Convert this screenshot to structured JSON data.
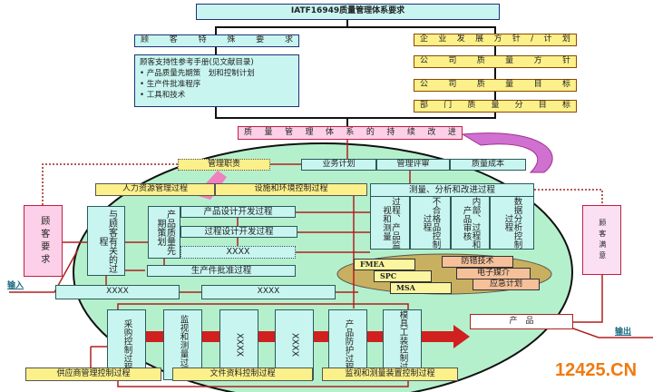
{
  "title": "IATF16949质量管理体系要求",
  "customer_specific": [
    "顾",
    "客",
    "特",
    "殊",
    "要",
    "求"
  ],
  "manual": {
    "heading": "顾客支持性参考手册(见文献目录)",
    "items": [
      "产品质量先期策　划和控制计划",
      "生产件批准程序",
      "工具和技术"
    ]
  },
  "policy": [
    [
      "企",
      "业",
      "发",
      "展",
      "方",
      "针",
      "/",
      "计",
      "划"
    ],
    [
      "公",
      "司",
      "质",
      "量",
      "方",
      "针"
    ],
    [
      "公",
      "司",
      "质",
      "量",
      "目",
      "标"
    ],
    [
      "部",
      "门",
      "质",
      "量",
      "分",
      "目",
      "标"
    ]
  ],
  "improvement": [
    "质",
    "量",
    "管",
    "理",
    "体",
    "系",
    "的",
    "持",
    "续",
    "改",
    "进"
  ],
  "mgmt_resp": "管理职责",
  "top_row": [
    "业务计划",
    "管理评审",
    "质量成本"
  ],
  "support": [
    "人力资源管理过程",
    "设施和环境控制过程"
  ],
  "customer_req": "顾客要求",
  "customer_process": "与顾客有关的过程",
  "apqp": "产品质量先期策划",
  "design": [
    "产品设计开发过程",
    "过程设计开发过程",
    "XXXX"
  ],
  "ppap": "生产件批准过程",
  "mid_row": [
    "XXXX",
    "XXXX"
  ],
  "measure": {
    "title": "测量、分析和改进过程",
    "cols": [
      "过程、产品监视和测量",
      "不合格品控制过程",
      "内部、过程和产品审核",
      "数据分析控制过程"
    ]
  },
  "tools_left": [
    "FMEA",
    "SPC",
    "MSA"
  ],
  "tools_right": [
    "防错技术",
    "电子媒介",
    "应急计划"
  ],
  "customer_sat": "顾客满意",
  "bottom_processes": [
    "采购控制过程",
    "监视和测量过程",
    "XXXX",
    "XXXX",
    "产品防护过程",
    "模具工装控制过程"
  ],
  "product": "产　品",
  "bottom_support": [
    "供应商管理控制过程",
    "文件资料控制过程",
    "监视和测量装置控制过程"
  ],
  "input": "输入",
  "output": "输出",
  "watermark": "12425.CN"
}
